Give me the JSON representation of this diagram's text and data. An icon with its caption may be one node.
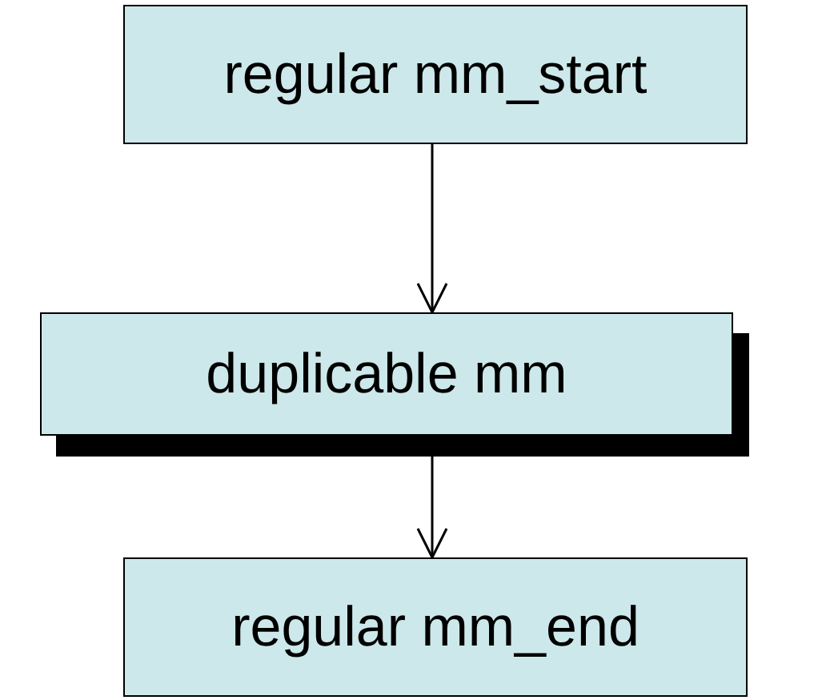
{
  "diagram": {
    "nodes": [
      {
        "text": [
          "regular mm_start"
        ]
      },
      {
        "text": [
          "duplicable mm"
        ]
      },
      {
        "text": [
          "regular mm_end"
        ]
      }
    ],
    "edges": [
      {
        "from": 0,
        "to": 1,
        "arrow": "to"
      },
      {
        "from": 1,
        "to": 2,
        "arrow": "to"
      }
    ]
  }
}
